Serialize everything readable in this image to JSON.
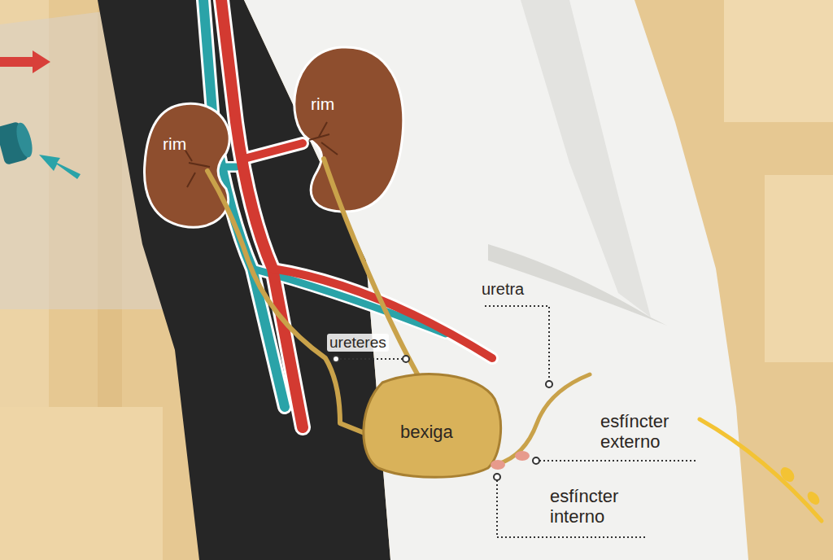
{
  "diagram": {
    "labels": [
      "rim",
      "rim",
      "ureteres",
      "uretra",
      "bexiga",
      "esfíncter externo",
      "esfíncter interno"
    ]
  }
}
